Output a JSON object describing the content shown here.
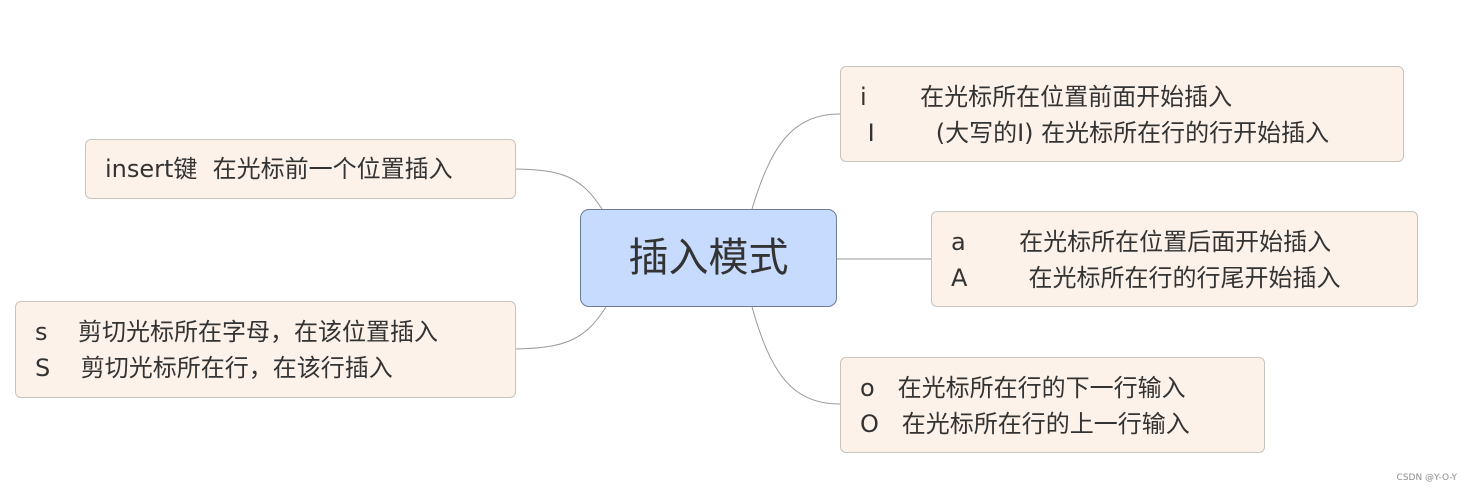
{
  "central": {
    "label": "插入模式"
  },
  "branches": {
    "insert_key": {
      "lines": [
        "insert键  在光标前一个位置插入"
      ]
    },
    "s_keys": {
      "lines": [
        "s    剪切光标所在字母，在该位置插入",
        "S    剪切光标所在行，在该行插入"
      ]
    },
    "i_keys": {
      "lines": [
        "i       在光标所在位置前面开始插入",
        " I        (大写的I) 在光标所在行的行开始插入"
      ]
    },
    "a_keys": {
      "lines": [
        "a       在光标所在位置后面开始插入",
        "A        在光标所在行的行尾开始插入"
      ]
    },
    "o_keys": {
      "lines": [
        "o   在光标所在行的下一行输入",
        "O   在光标所在行的上一行输入"
      ]
    }
  },
  "watermark": "CSDN @Y-O-Y",
  "colors": {
    "central_fill": "#c6dbfd",
    "node_fill": "#fdf2e9",
    "connector": "#9a9a9a"
  }
}
